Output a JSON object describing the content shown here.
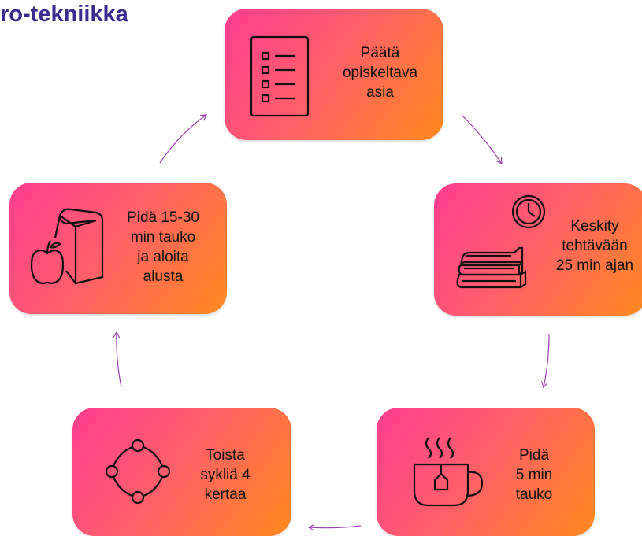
{
  "title": "ro-tekniikka",
  "steps": [
    {
      "text": "Päätä\nopiskeltava\nasia",
      "icon": "checklist-icon"
    },
    {
      "text": "Keskity\ntehtävään\n25 min ajan",
      "icon": "books-clock-icon"
    },
    {
      "text": "Pidä\n5 min\ntauko",
      "icon": "tea-cup-icon"
    },
    {
      "text": "Toista\nsykliä 4\nkertaa",
      "icon": "cycle-icon"
    },
    {
      "text": "Pidä 15-30\nmin tauko\nja aloita\nalusta",
      "icon": "lunch-bag-apple-icon"
    }
  ],
  "colors": {
    "title": "#3b2a8f",
    "gradient_start": "#ff3d91",
    "gradient_end": "#ff8a1c",
    "arrow": "#9b3fb0"
  }
}
